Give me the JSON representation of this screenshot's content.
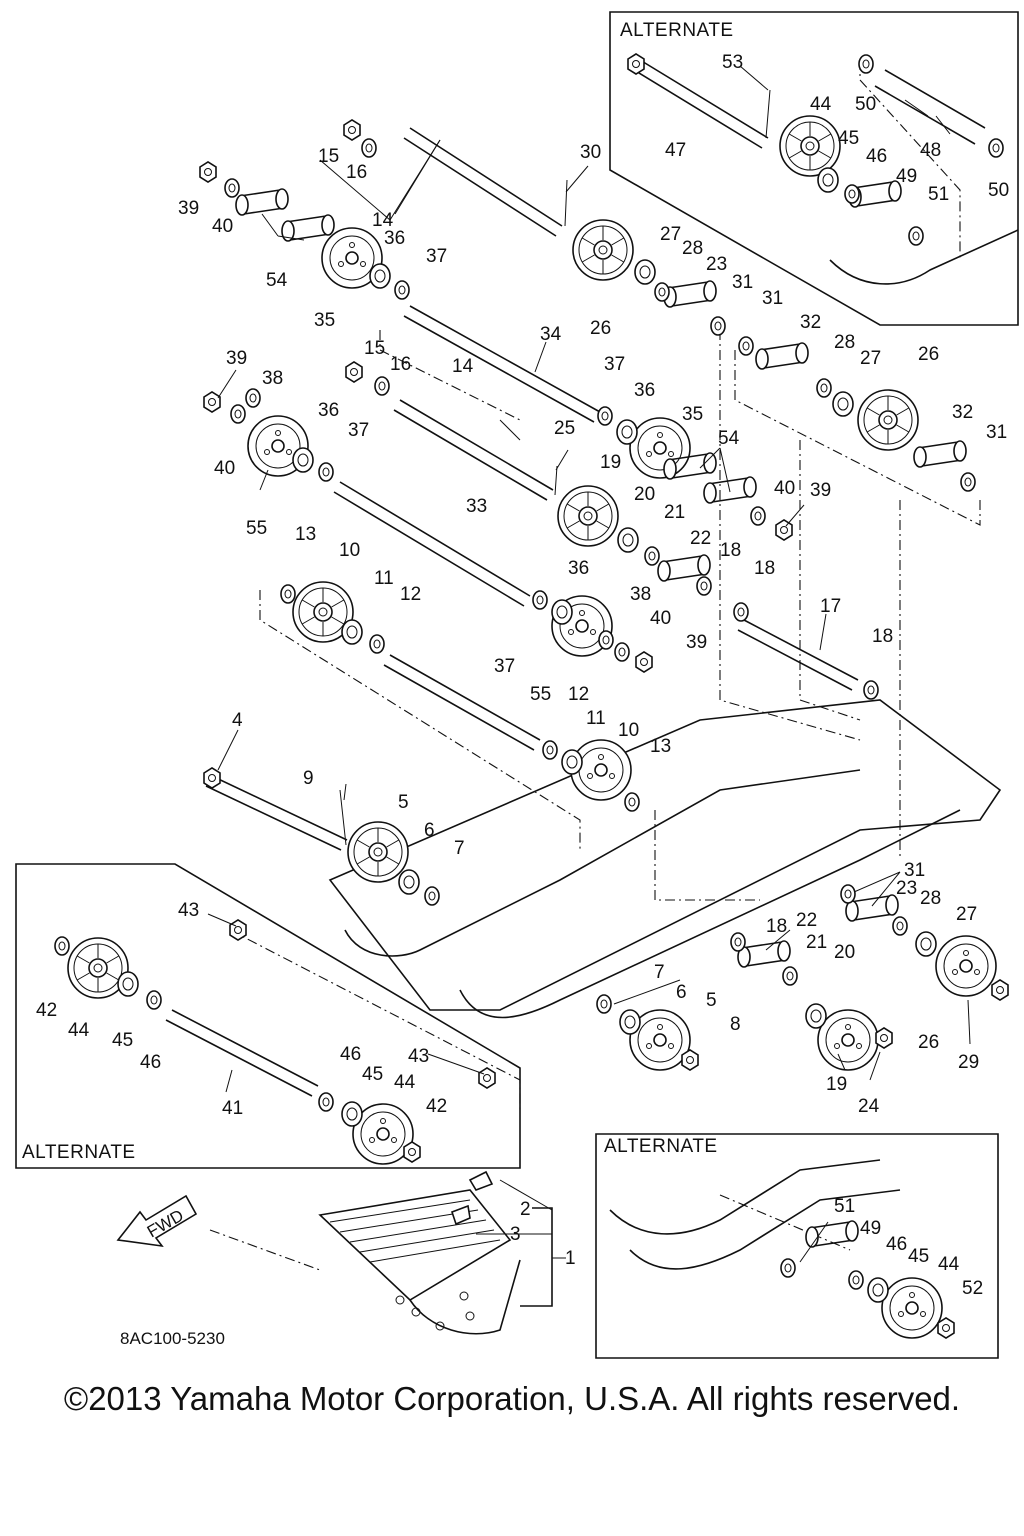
{
  "diagram": {
    "alternate_label": "ALTERNATE",
    "fwd_label": "FWD",
    "part_code": "8AC100-5230",
    "callouts": {
      "c1": "1",
      "c2": "2",
      "c3": "3",
      "c4": "4",
      "c5": "5",
      "c6": "6",
      "c7": "7",
      "c8": "8",
      "c9": "9",
      "c10": "10",
      "c11": "11",
      "c12": "12",
      "c13": "13",
      "c14": "14",
      "c15": "15",
      "c16": "16",
      "c17": "17",
      "c18": "18",
      "c19": "19",
      "c20": "20",
      "c21": "21",
      "c22": "22",
      "c23": "23",
      "c24": "24",
      "c25": "25",
      "c26": "26",
      "c27": "27",
      "c28": "28",
      "c29": "29",
      "c30": "30",
      "c31": "31",
      "c32": "32",
      "c33": "33",
      "c34": "34",
      "c35": "35",
      "c36": "36",
      "c37": "37",
      "c38": "38",
      "c39": "39",
      "c40": "40",
      "c41": "41",
      "c42": "42",
      "c43": "43",
      "c44": "44",
      "c45": "45",
      "c46": "46",
      "c47": "47",
      "c48": "48",
      "c49": "49",
      "c50": "50",
      "c51": "51",
      "c52": "52",
      "c53": "53",
      "c54": "54",
      "c55": "55"
    }
  },
  "footer": {
    "copyright": "©2013 Yamaha Motor Corporation, U.S.A. All rights reserved."
  }
}
